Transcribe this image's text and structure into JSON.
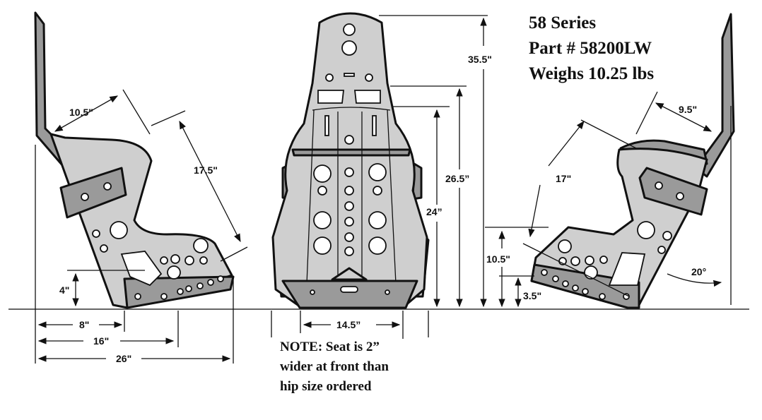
{
  "header": {
    "series": "58 Series",
    "part": "Part # 58200LW",
    "weight": "Weighs 10.25 lbs"
  },
  "note": {
    "line1": "NOTE:  Seat is 2”",
    "line2": "wider at front than",
    "line3": "hip size ordered"
  },
  "dimensions": {
    "side_left": {
      "shoulder_width": "10.5\"",
      "back_length": "17.5\"",
      "seat_height": "4\"",
      "depth_8": "8\"",
      "depth_16": "16\"",
      "depth_26": "26\""
    },
    "front": {
      "height_35_5": "35.5\"",
      "height_26_5": "26.5”",
      "height_24": "24”",
      "hip_width": "14.5”"
    },
    "side_right": {
      "shoulder_width": "9.5\"",
      "back_length": "17\"",
      "height_10_5": "10.5\"",
      "height_3_5": "3.5\"",
      "angle": "20°"
    }
  },
  "colors": {
    "seat_fill": "#cfcfcf",
    "seat_shadow": "#9a9a9a",
    "outline": "#111111"
  }
}
